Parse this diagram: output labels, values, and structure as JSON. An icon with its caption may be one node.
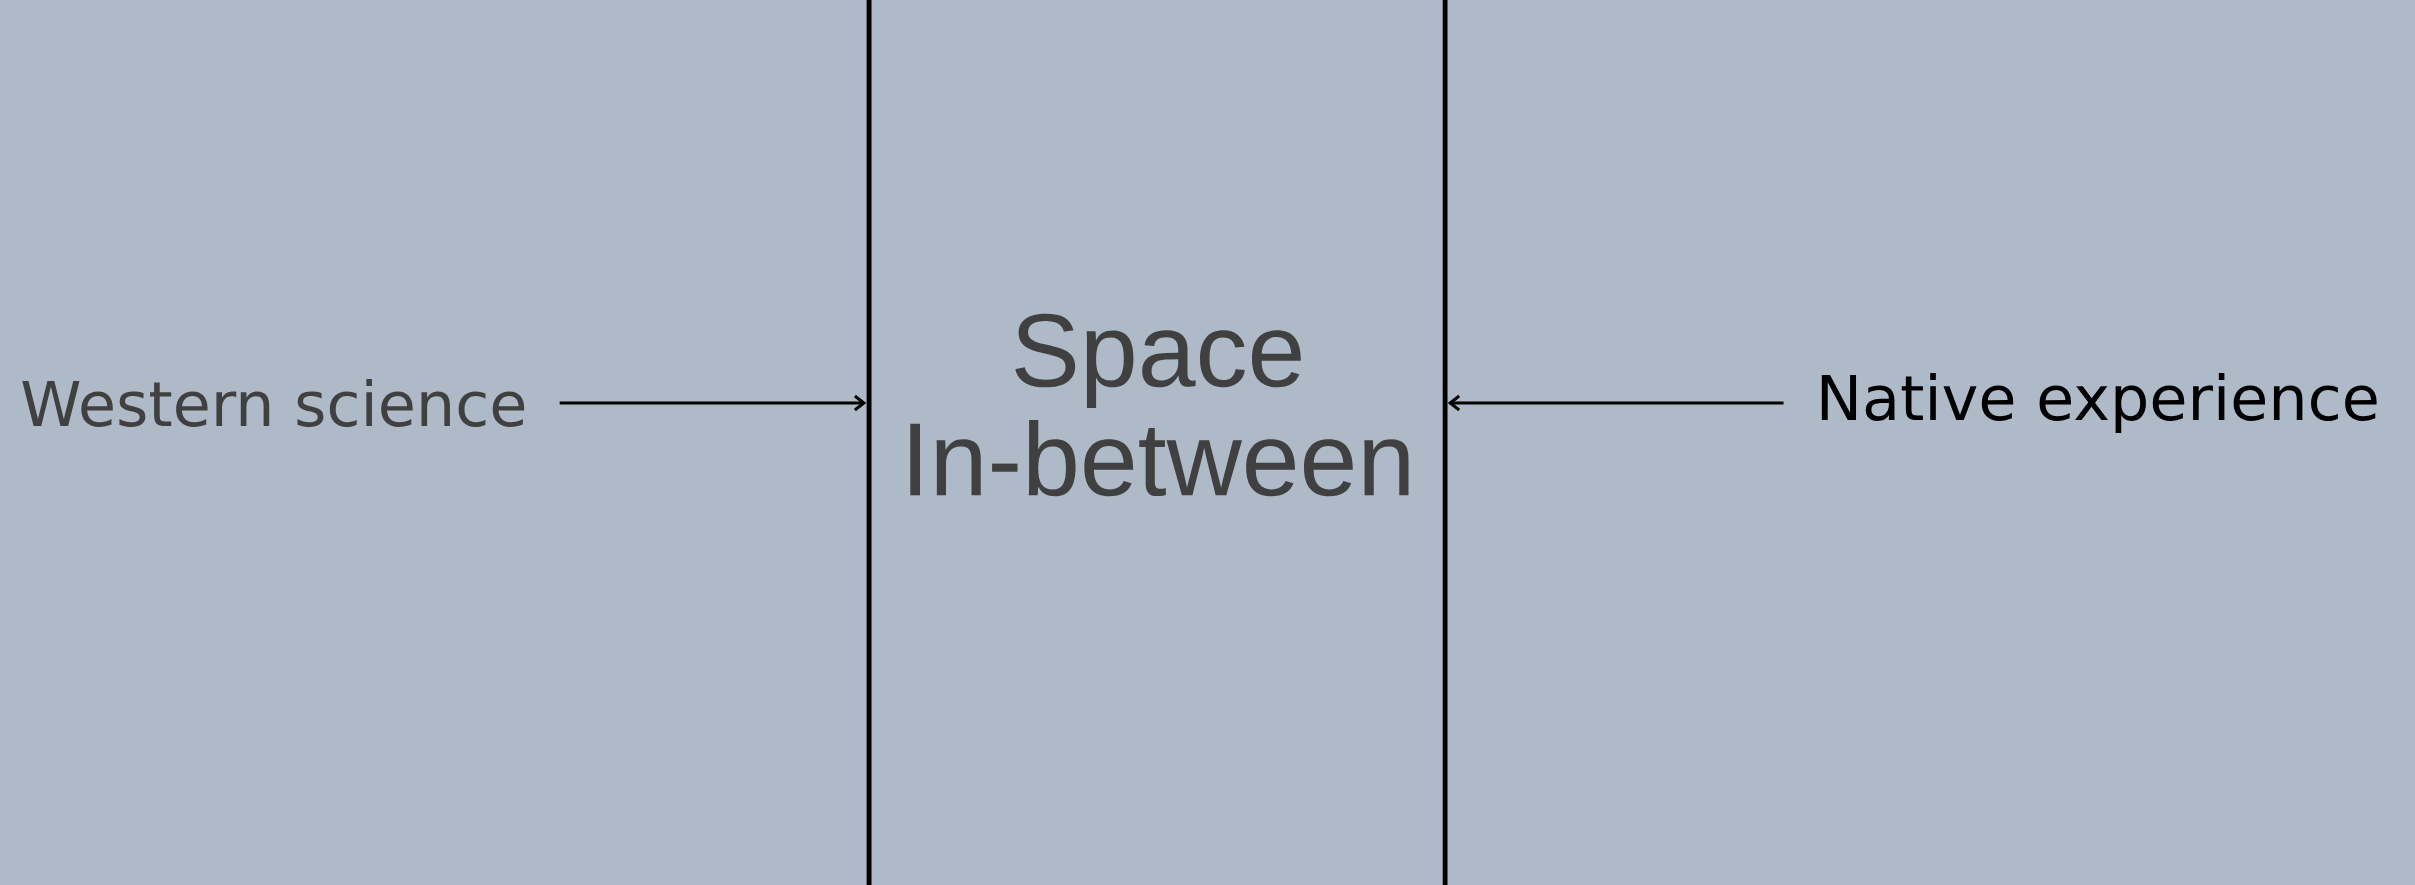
{
  "diagram": {
    "nodes": [
      {
        "text": [
          "Western science"
        ]
      },
      {
        "text": [],
        "shape": "bar"
      },
      {
        "text": [
          "Space In-between"
        ]
      },
      {
        "text": [],
        "shape": "bar"
      },
      {
        "text": [
          "Native experience"
        ]
      }
    ],
    "edges": [
      {
        "from": 0,
        "to": 1,
        "arrow": "to"
      },
      {
        "from": 4,
        "to": 3,
        "arrow": "to"
      }
    ]
  }
}
